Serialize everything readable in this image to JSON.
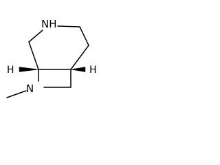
{
  "molecule": {
    "atoms": {
      "nh_label": "NH",
      "n_methyl_label": "N",
      "h_left_label": "H",
      "h_right_label": "H"
    },
    "colors": {
      "bond": "#000000",
      "text": "#000000",
      "background": "#ffffff"
    }
  }
}
